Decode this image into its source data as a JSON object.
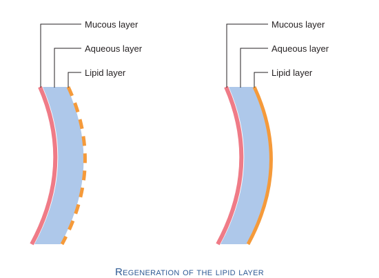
{
  "colors": {
    "mucous": "#ef7b87",
    "aqueous": "#aec8ea",
    "lipid": "#f59a3a",
    "caption": "#2e5a94",
    "text": "#231f20"
  },
  "left_panel": {
    "labels": {
      "mucous": "Mucous layer",
      "aqueous": "Aqueous layer",
      "lipid": "Lipid layer"
    },
    "lipid_layer_state": "fragmented"
  },
  "right_panel": {
    "labels": {
      "mucous": "Mucous layer",
      "aqueous": "Aqueous layer",
      "lipid": "Lipid layer"
    },
    "lipid_layer_state": "intact"
  },
  "caption": "Regeneration of the lipid layer"
}
